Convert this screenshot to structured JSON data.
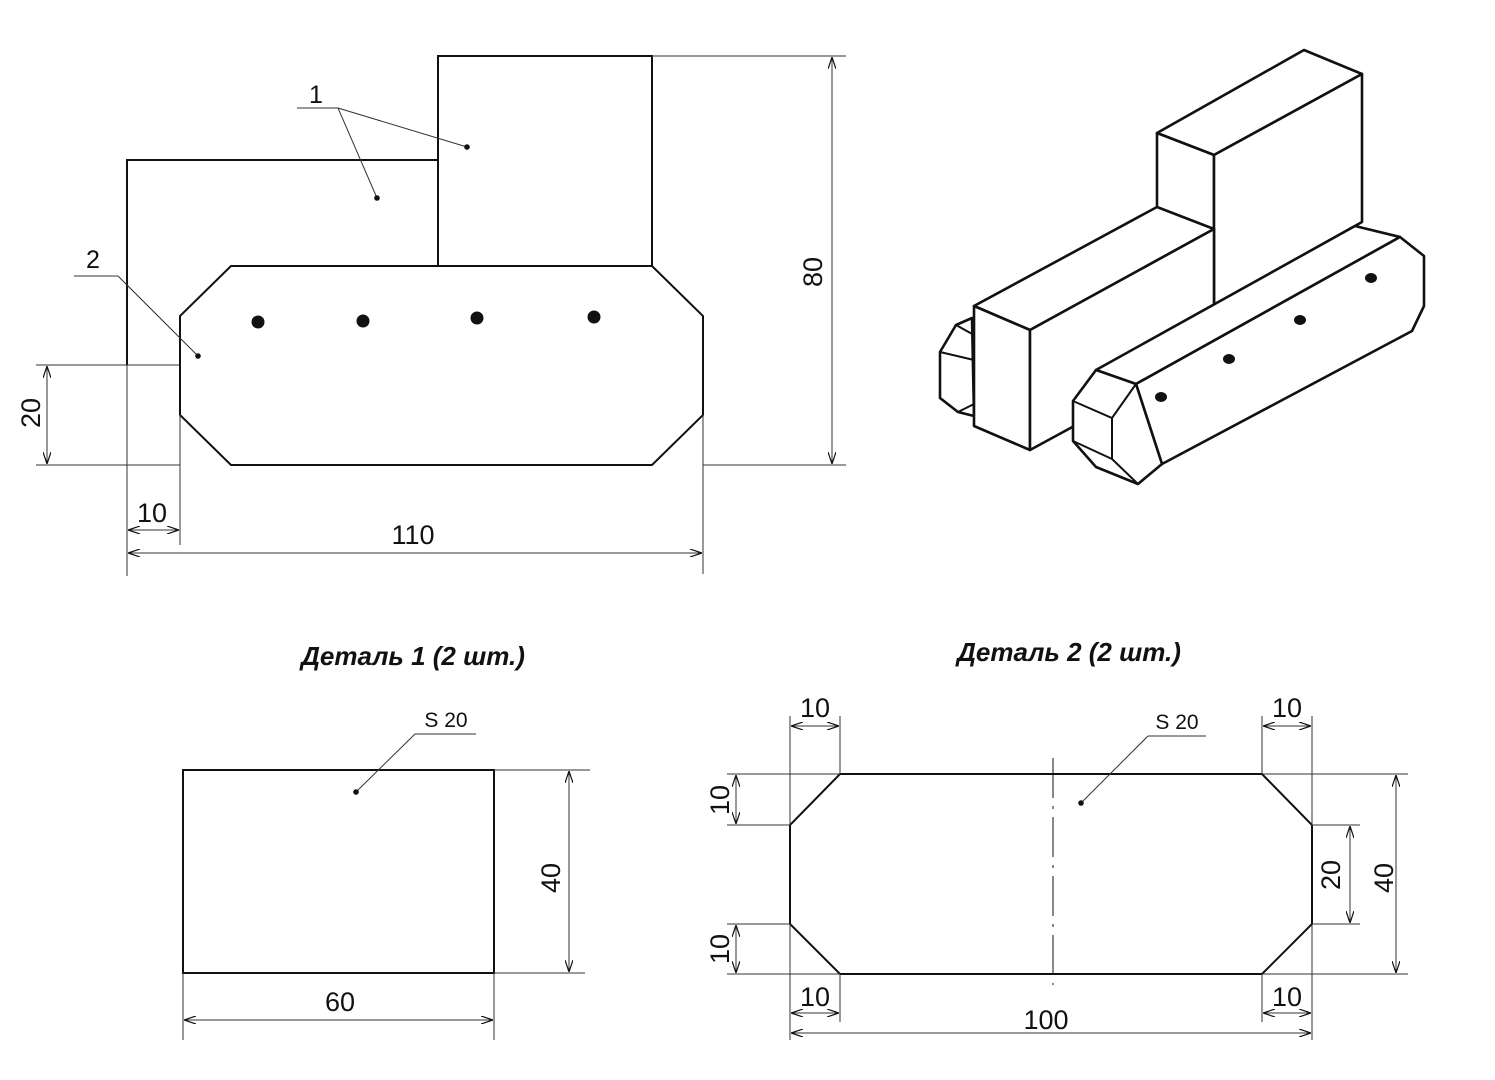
{
  "front_view": {
    "callout_1": "1",
    "callout_2": "2",
    "dim_height_total": "80",
    "dim_height_base": "20",
    "dim_offset": "10",
    "dim_width_total": "110"
  },
  "detail_1": {
    "title": "Деталь 1 (2 шт.)",
    "thickness": "S 20",
    "dim_width": "60",
    "dim_height": "40"
  },
  "detail_2": {
    "title": "Деталь 2 (2 шт.)",
    "thickness": "S 20",
    "dim_top_left": "10",
    "dim_top_right": "10",
    "dim_left_upper": "10",
    "dim_left_lower": "10",
    "dim_bottom_left": "10",
    "dim_bottom_right": "10",
    "dim_width": "100",
    "dim_inner_height": "20",
    "dim_height": "40"
  }
}
